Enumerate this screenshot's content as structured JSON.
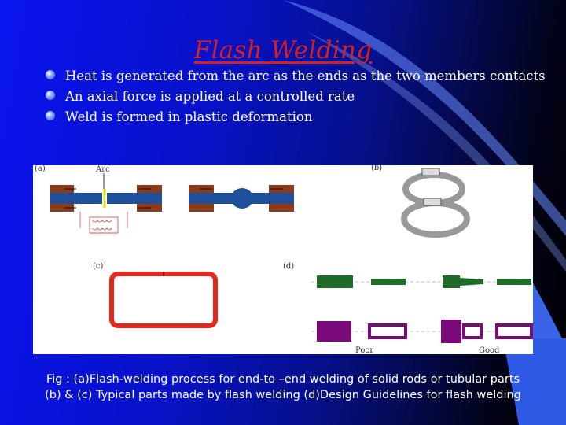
{
  "slide": {
    "title": "Flash Welding",
    "bullets": [
      "Heat is generated from the arc as the ends as the two members contacts",
      "An axial force is applied at a controlled rate",
      "Weld is formed in plastic deformation"
    ],
    "figure": {
      "label_a": "(a)",
      "label_arc": "Arc",
      "label_b": "(b)",
      "label_c": "(c)",
      "label_d": "(d)",
      "label_poor": "Poor",
      "label_good": "Good"
    },
    "caption_line1": "Fig : (a)Flash-welding process for end-to –end welding of solid rods or tubular parts",
    "caption_line2": "(b) & (c) Typical parts made by flash welding (d)Design Guidelines for flash welding"
  },
  "colors": {
    "title": "#d42020",
    "rod": "#1f4f9a",
    "clamp": "#8b3a1a",
    "ring_red": "#e8261b",
    "green_part": "#1e6b2a",
    "purple_part": "#7a0a7a"
  }
}
